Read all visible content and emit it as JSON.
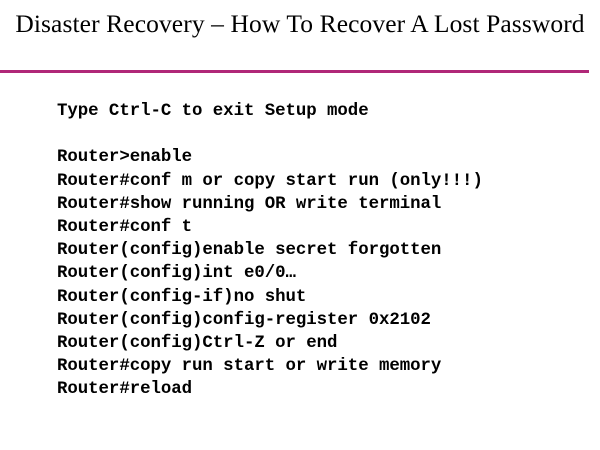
{
  "slide": {
    "title": "Disaster Recovery – How To Recover A Lost Password",
    "title_line1": "Disaster Recovery – How To Recover A Lost",
    "title_line2": "Password",
    "rule_color": "#b02878",
    "background_color": "#ffffff",
    "text_color": "#000000"
  },
  "body": {
    "lines": [
      {
        "text": "Type Ctrl-C to exit Setup mode"
      },
      {
        "text": ""
      },
      {
        "text": "Router>enable"
      },
      {
        "text": "Router#conf m or copy start run (only!!!)"
      },
      {
        "text": "Router#show running OR write terminal"
      },
      {
        "text": "Router#conf t"
      },
      {
        "text": "Router(config)enable secret forgotten"
      },
      {
        "text": "Router(config)int e0/0…"
      },
      {
        "text": "Router(config-if)no shut"
      },
      {
        "text": "Router(config)config-register 0x2102"
      },
      {
        "text": "Router(config)Ctrl-Z or end"
      },
      {
        "text": "Router#copy run start or write memory"
      },
      {
        "text": "Router#reload"
      }
    ]
  }
}
